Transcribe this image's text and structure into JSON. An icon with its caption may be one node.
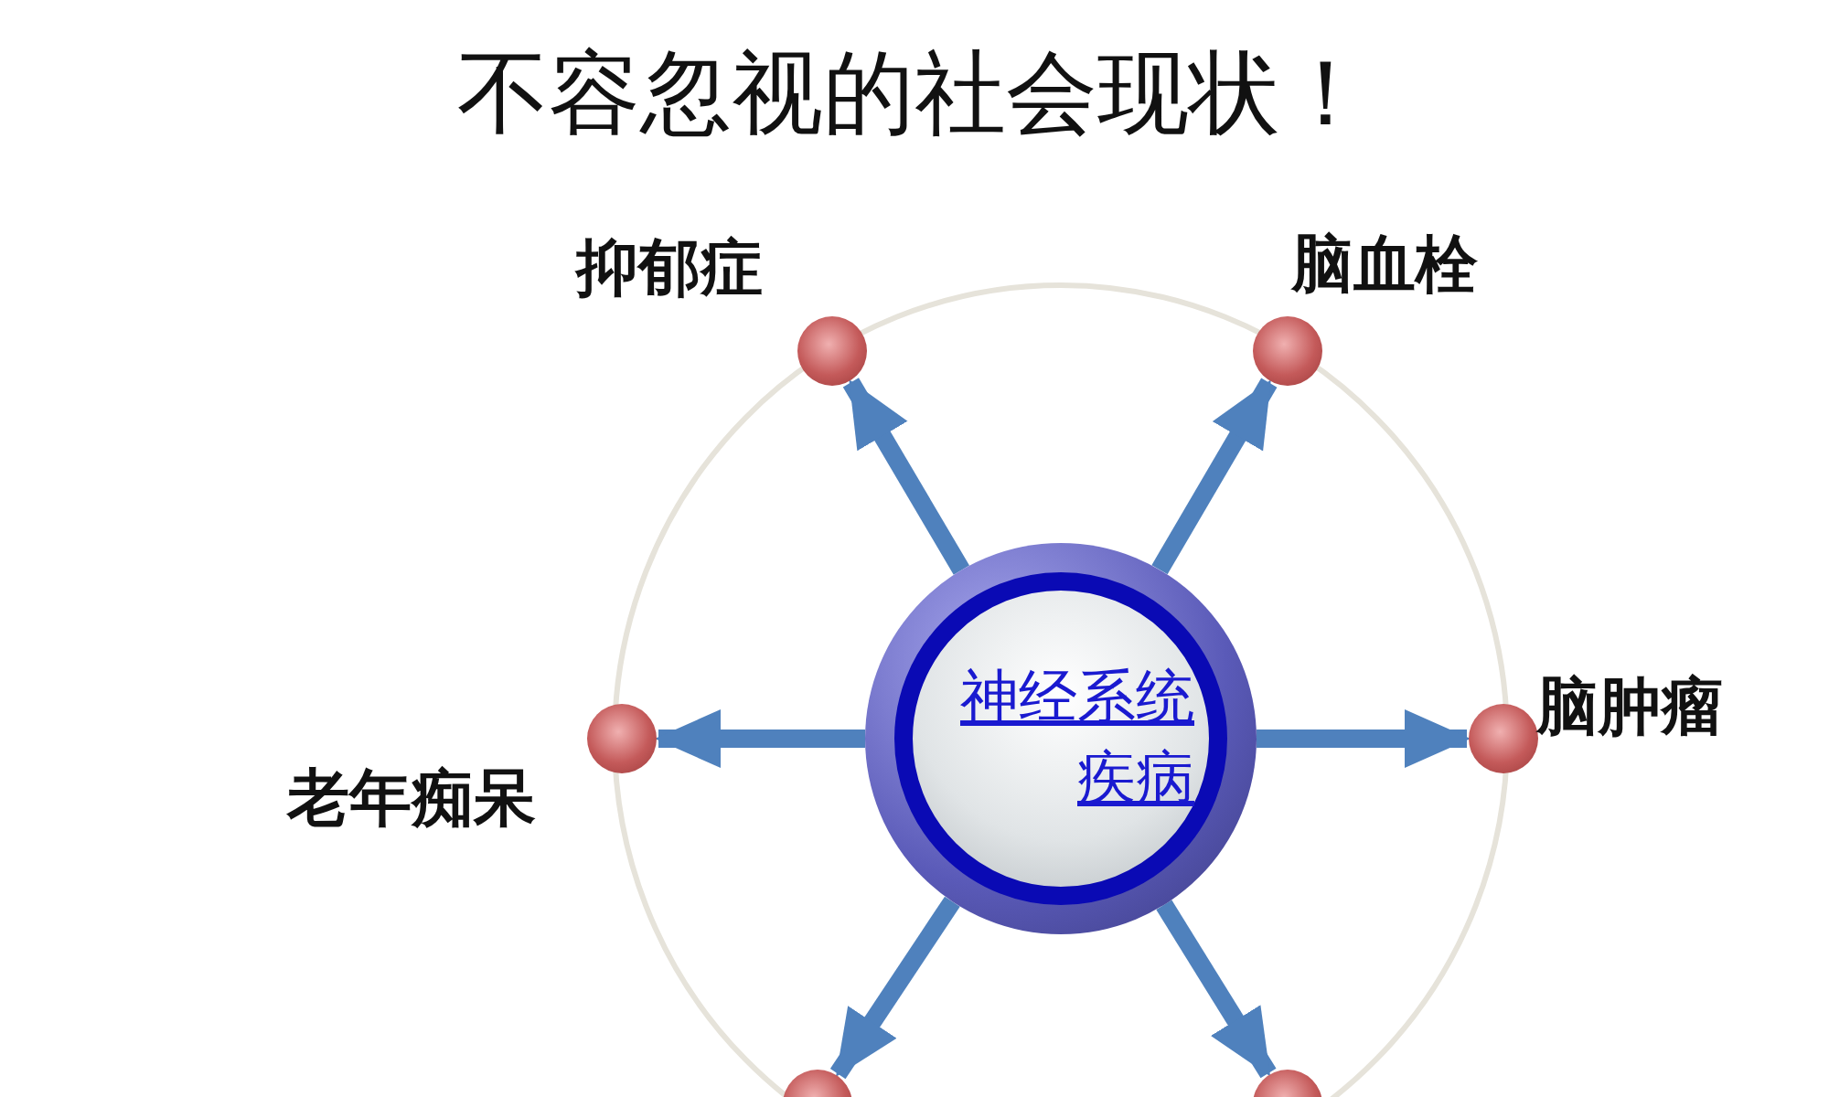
{
  "diagram": {
    "title": "不容忽视的社会现状！",
    "nodes": [
      {
        "text": [
          "神经系统疾病"
        ]
      },
      {
        "text": [],
        "shape": "circle",
        "beside": [
          "抑郁症"
        ]
      },
      {
        "text": [],
        "shape": "circle",
        "beside": [
          "脑血栓"
        ]
      },
      {
        "text": [],
        "shape": "circle",
        "beside": [
          "老年痴呆"
        ]
      },
      {
        "text": [],
        "shape": "circle",
        "beside": [
          "脑肿瘤"
        ]
      },
      {
        "text": [],
        "shape": "circle"
      },
      {
        "text": [],
        "shape": "circle"
      }
    ],
    "edges": [
      {
        "from": 0,
        "to": 1,
        "arrow": "to"
      },
      {
        "from": 0,
        "to": 2,
        "arrow": "to"
      },
      {
        "from": 0,
        "to": 3,
        "arrow": "to"
      },
      {
        "from": 0,
        "to": 4,
        "arrow": "to"
      },
      {
        "from": 0,
        "to": 5,
        "arrow": "to"
      },
      {
        "from": 0,
        "to": 6,
        "arrow": "to"
      }
    ]
  }
}
